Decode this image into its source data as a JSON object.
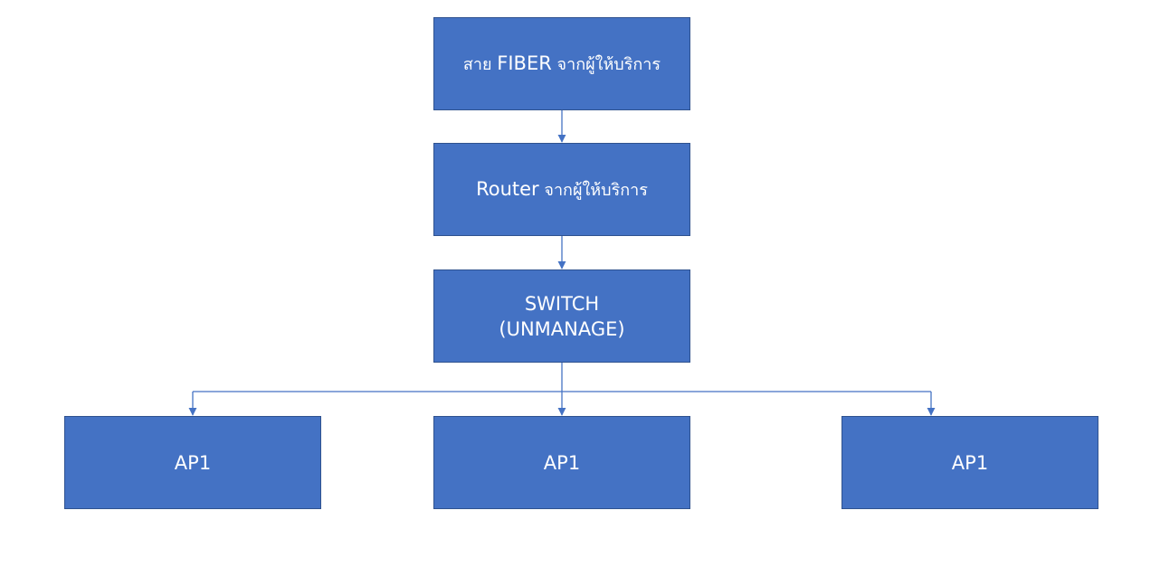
{
  "colors": {
    "node_fill": "#4472c4",
    "node_border": "#2f528f",
    "connector": "#4472c4",
    "text": "#ffffff"
  },
  "nodes": {
    "fiber": {
      "line1_a": "สาย ",
      "line1_b": "FIBER",
      "line1_c": " จากผู้ให้บริการ"
    },
    "router": {
      "line1_a": "Router",
      "line1_b": " จากผู้ให้บริการ"
    },
    "switch": {
      "line1": "SWITCH",
      "line2": "(UNMANAGE)"
    },
    "ap_left": {
      "label": "AP1"
    },
    "ap_center": {
      "label": "AP1"
    },
    "ap_right": {
      "label": "AP1"
    }
  }
}
